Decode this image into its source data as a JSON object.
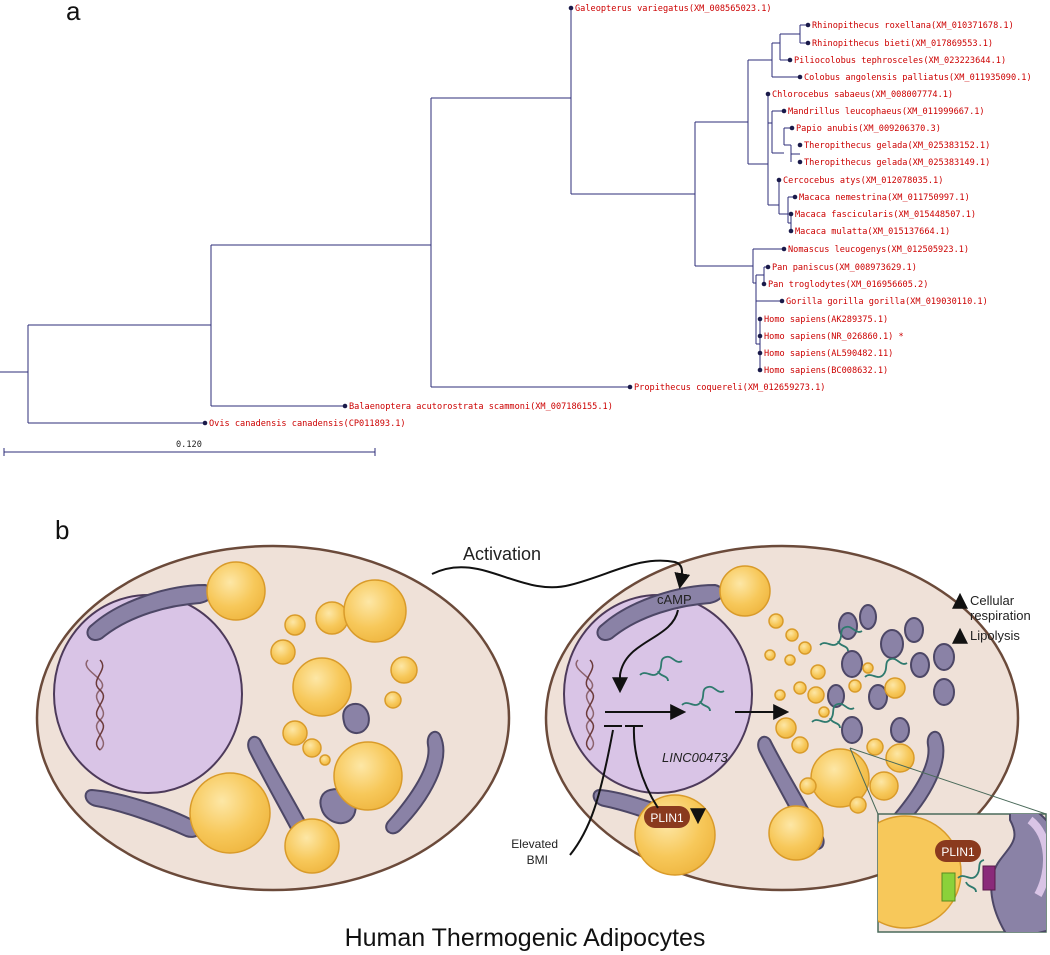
{
  "colors": {
    "branch": "#2d2d7a",
    "node": "#1a1a4a",
    "leaf_label": "#cc0000",
    "cell_fill": "#efe1d8",
    "cell_stroke": "#6b4a3a",
    "nucleus": "#d9c4e6",
    "lipid": "#f7c85a",
    "mito": "#8a82a6",
    "lnc": "#2f7a6e",
    "plin1": "#8a3a1e"
  },
  "panel_a": {
    "label": "a",
    "scale_label": "0.120",
    "leaves": [
      "Galeopterus variegatus(XM_008565023.1)",
      "Rhinopithecus roxellana(XM_010371678.1)",
      "Rhinopithecus bieti(XM_017869553.1)",
      "Piliocolobus tephrosceles(XM_023223644.1)",
      "Colobus angolensis palliatus(XM_011935090.1)",
      "Chlorocebus sabaeus(XM_008007774.1)",
      "Mandrillus leucophaeus(XM_011999667.1)",
      "Papio anubis(XM_009206370.3)",
      "Theropithecus gelada(XM_025383152.1)",
      "Theropithecus gelada(XM_025383149.1)",
      "Cercocebus atys(XM_012078035.1)",
      "Macaca nemestrina(XM_011750997.1)",
      "Macaca fascicularis(XM_015448507.1)",
      "Macaca mulatta(XM_015137664.1)",
      "Nomascus leucogenys(XM_012505923.1)",
      "Pan paniscus(XM_008973629.1)",
      "Pan troglodytes(XM_016956605.2)",
      "Gorilla gorilla gorilla(XM_019030110.1)",
      "Homo sapiens(AK289375.1)",
      "Homo sapiens(NR_026860.1) *",
      "Homo sapiens(AL590482.11)",
      "Homo sapiens(BC008632.1)",
      "Propithecus coquereli(XM_012659273.1)",
      "Balaenoptera acutorostrata scammoni(XM_007186155.1)",
      "Ovis canadensis canadensis(CP011893.1)"
    ]
  },
  "panel_b": {
    "label": "b",
    "activation": "Activation",
    "camp": "cAMP",
    "linc": "LINC00473",
    "plin1": "PLIN1",
    "plin1_inset": "PLIN1",
    "elevated_bmi_line1": "Elevated",
    "elevated_bmi_line2": "BMI",
    "resp_line1": "Cellular",
    "resp_line2": "respiration",
    "lipolysis": "Lipolysis",
    "caption": "Human Thermogenic Adipocytes"
  }
}
